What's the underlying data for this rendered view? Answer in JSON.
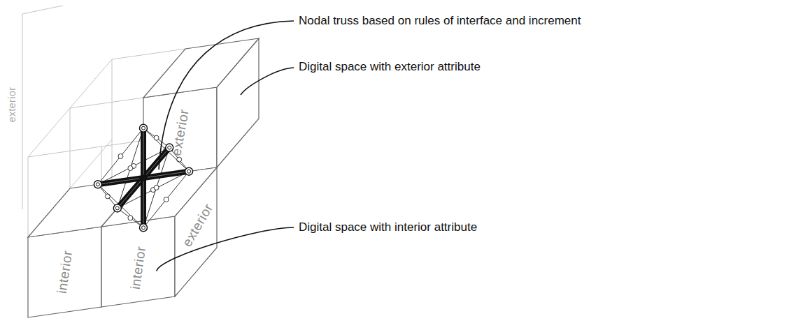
{
  "diagram": {
    "labels": [
      "Nodal truss based on rules of interface and increment",
      "Digital space with exterior attribute",
      "Digital space with interior attribute",
      "exterior",
      "exterior",
      "exterior",
      "interior",
      "interior"
    ]
  }
}
